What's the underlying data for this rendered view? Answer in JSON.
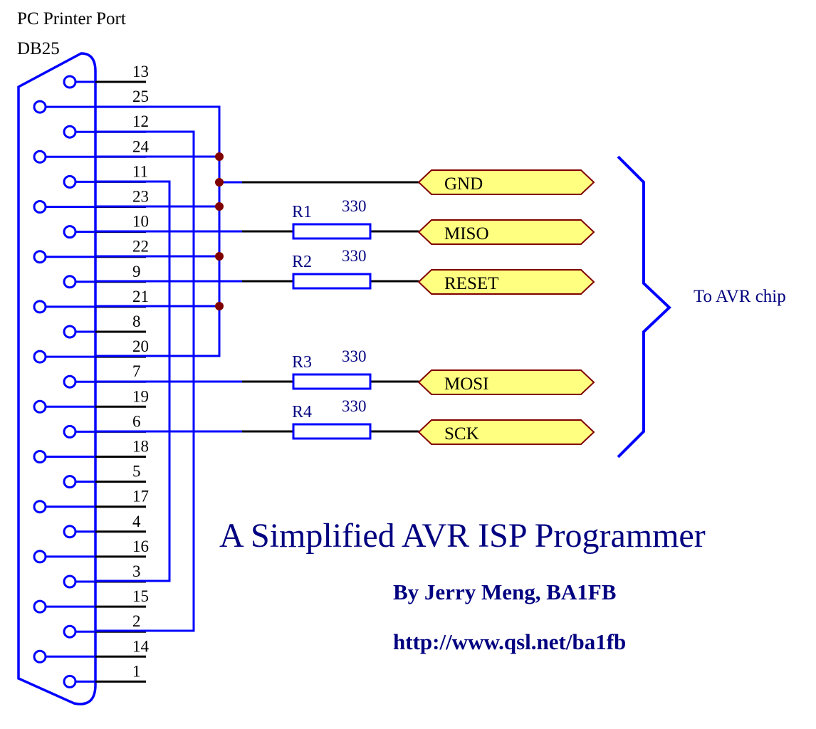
{
  "connector": {
    "title": "PC Printer Port",
    "type": "DB25",
    "pin_labels": [
      "13",
      "25",
      "12",
      "24",
      "11",
      "23",
      "10",
      "22",
      "9",
      "21",
      "8",
      "20",
      "7",
      "19",
      "6",
      "18",
      "5",
      "17",
      "4",
      "16",
      "3",
      "15",
      "2",
      "14",
      "1"
    ]
  },
  "resistors": [
    {
      "name": "R1",
      "value": "330"
    },
    {
      "name": "R2",
      "value": "330"
    },
    {
      "name": "R3",
      "value": "330"
    },
    {
      "name": "R4",
      "value": "330"
    }
  ],
  "signals": [
    "GND",
    "MISO",
    "RESET",
    "MOSI",
    "SCK"
  ],
  "target_label": "To AVR chip",
  "title": "A Simplified AVR ISP Programmer",
  "author": "By Jerry Meng, BA1FB",
  "url": "http://www.qsl.net/ba1fb",
  "colors": {
    "wire": "#0000ff",
    "lead": "#000000",
    "junction": "#800000",
    "signal_fill": "#ffff80",
    "signal_border": "#800000",
    "title": "#000080"
  }
}
